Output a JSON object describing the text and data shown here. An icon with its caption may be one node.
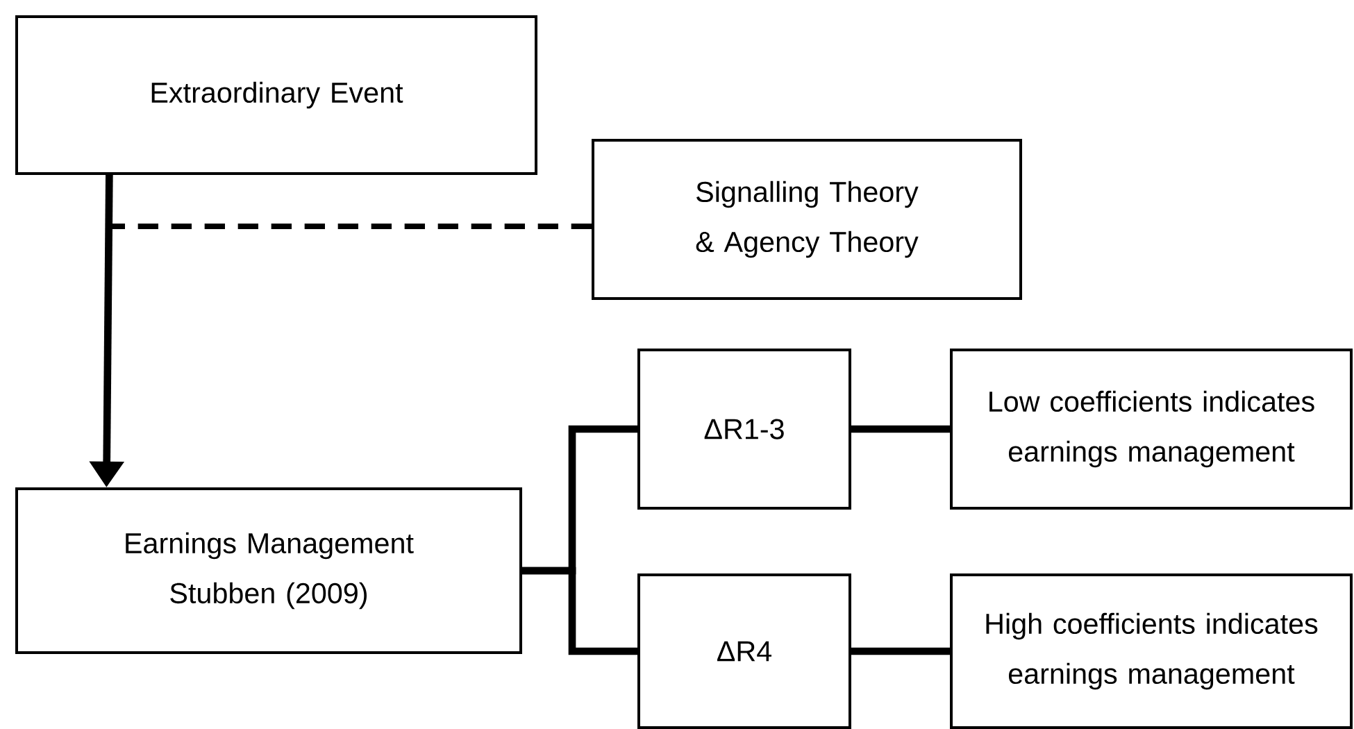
{
  "diagram": {
    "nodes": [
      {
        "text": [
          "Extraordinary Event"
        ]
      },
      {
        "text": [
          "Signalling Theory & Agency Theory"
        ]
      },
      {
        "text": [
          "Earnings Management",
          "Stubben (2009)"
        ]
      },
      {
        "text": [
          "ΔR1-3"
        ]
      },
      {
        "text": [
          "Low coefficients indicates earnings management"
        ]
      },
      {
        "text": [
          "ΔR4"
        ]
      },
      {
        "text": [
          "High coefficients indicates earnings management"
        ]
      }
    ],
    "edges": [
      {
        "from": 0,
        "to": 2,
        "arrow": "to"
      },
      {
        "from": 1,
        "to": null,
        "arrow": "none",
        "style": "dashed"
      },
      {
        "from": 2,
        "to": 3,
        "arrow": "none"
      },
      {
        "from": 2,
        "to": 5,
        "arrow": "none"
      },
      {
        "from": 3,
        "to": 4,
        "arrow": "none"
      },
      {
        "from": 5,
        "to": 6,
        "arrow": "none"
      }
    ]
  }
}
